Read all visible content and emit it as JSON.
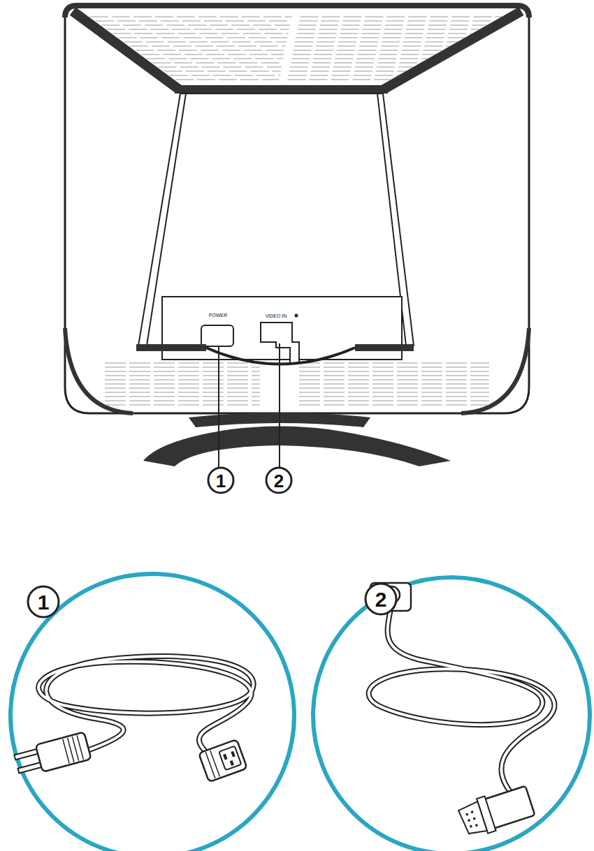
{
  "diagram": {
    "labels": [
      "POWER",
      "VIDEO IN",
      "1",
      "2",
      "1",
      "2"
    ]
  }
}
